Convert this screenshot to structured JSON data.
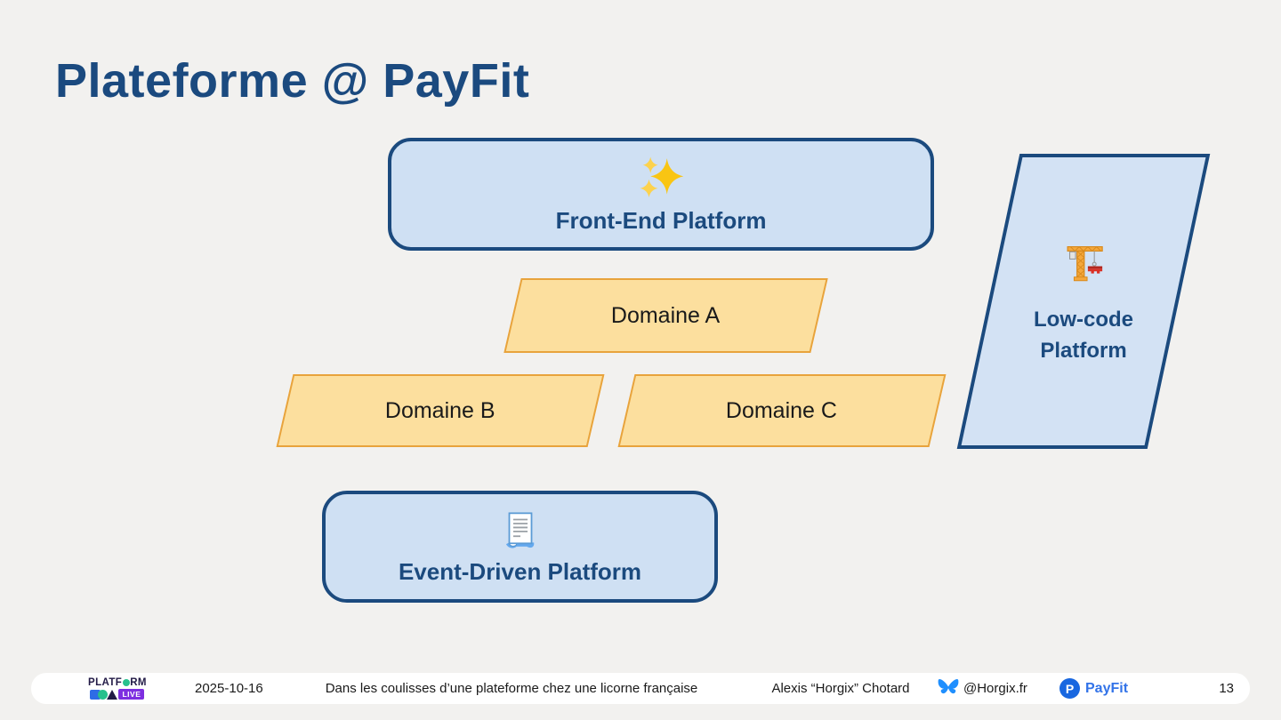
{
  "title": "Plateforme @ PayFit",
  "colors": {
    "background": "#f2f1ef",
    "navy": "#1b4a7e",
    "panel_fill": "#cfe0f3",
    "domain_fill": "#fcdf9e",
    "domain_border": "#e8a33c",
    "payfit_blue": "#3273e8",
    "bluesky_blue": "#1f8ffe",
    "live_badge_purple": "#7d2ee0",
    "logo_teal": "#27c08d"
  },
  "diagram": {
    "front_end": {
      "label": "Front-End Platform",
      "icon": "sparkles-icon"
    },
    "domains": [
      {
        "label": "Domaine A"
      },
      {
        "label": "Domaine B"
      },
      {
        "label": "Domaine C"
      }
    ],
    "low_code": {
      "line1": "Low-code",
      "line2": "Platform",
      "icon": "crane-icon"
    },
    "event_driven": {
      "label": "Event-Driven Platform",
      "icon": "receipt-icon"
    }
  },
  "footer": {
    "platformcon_logo": {
      "word_pre": "PLATF",
      "word_post": "RM",
      "live": "LIVE"
    },
    "date": "2025-10-16",
    "talk_title": "Dans les coulisses d’une plateforme chez une licorne française",
    "author": "Alexis “Horgix” Chotard",
    "bluesky_handle": "@Horgix.fr",
    "payfit_label": "PayFit",
    "payfit_mark": "P",
    "page_number": "13"
  }
}
